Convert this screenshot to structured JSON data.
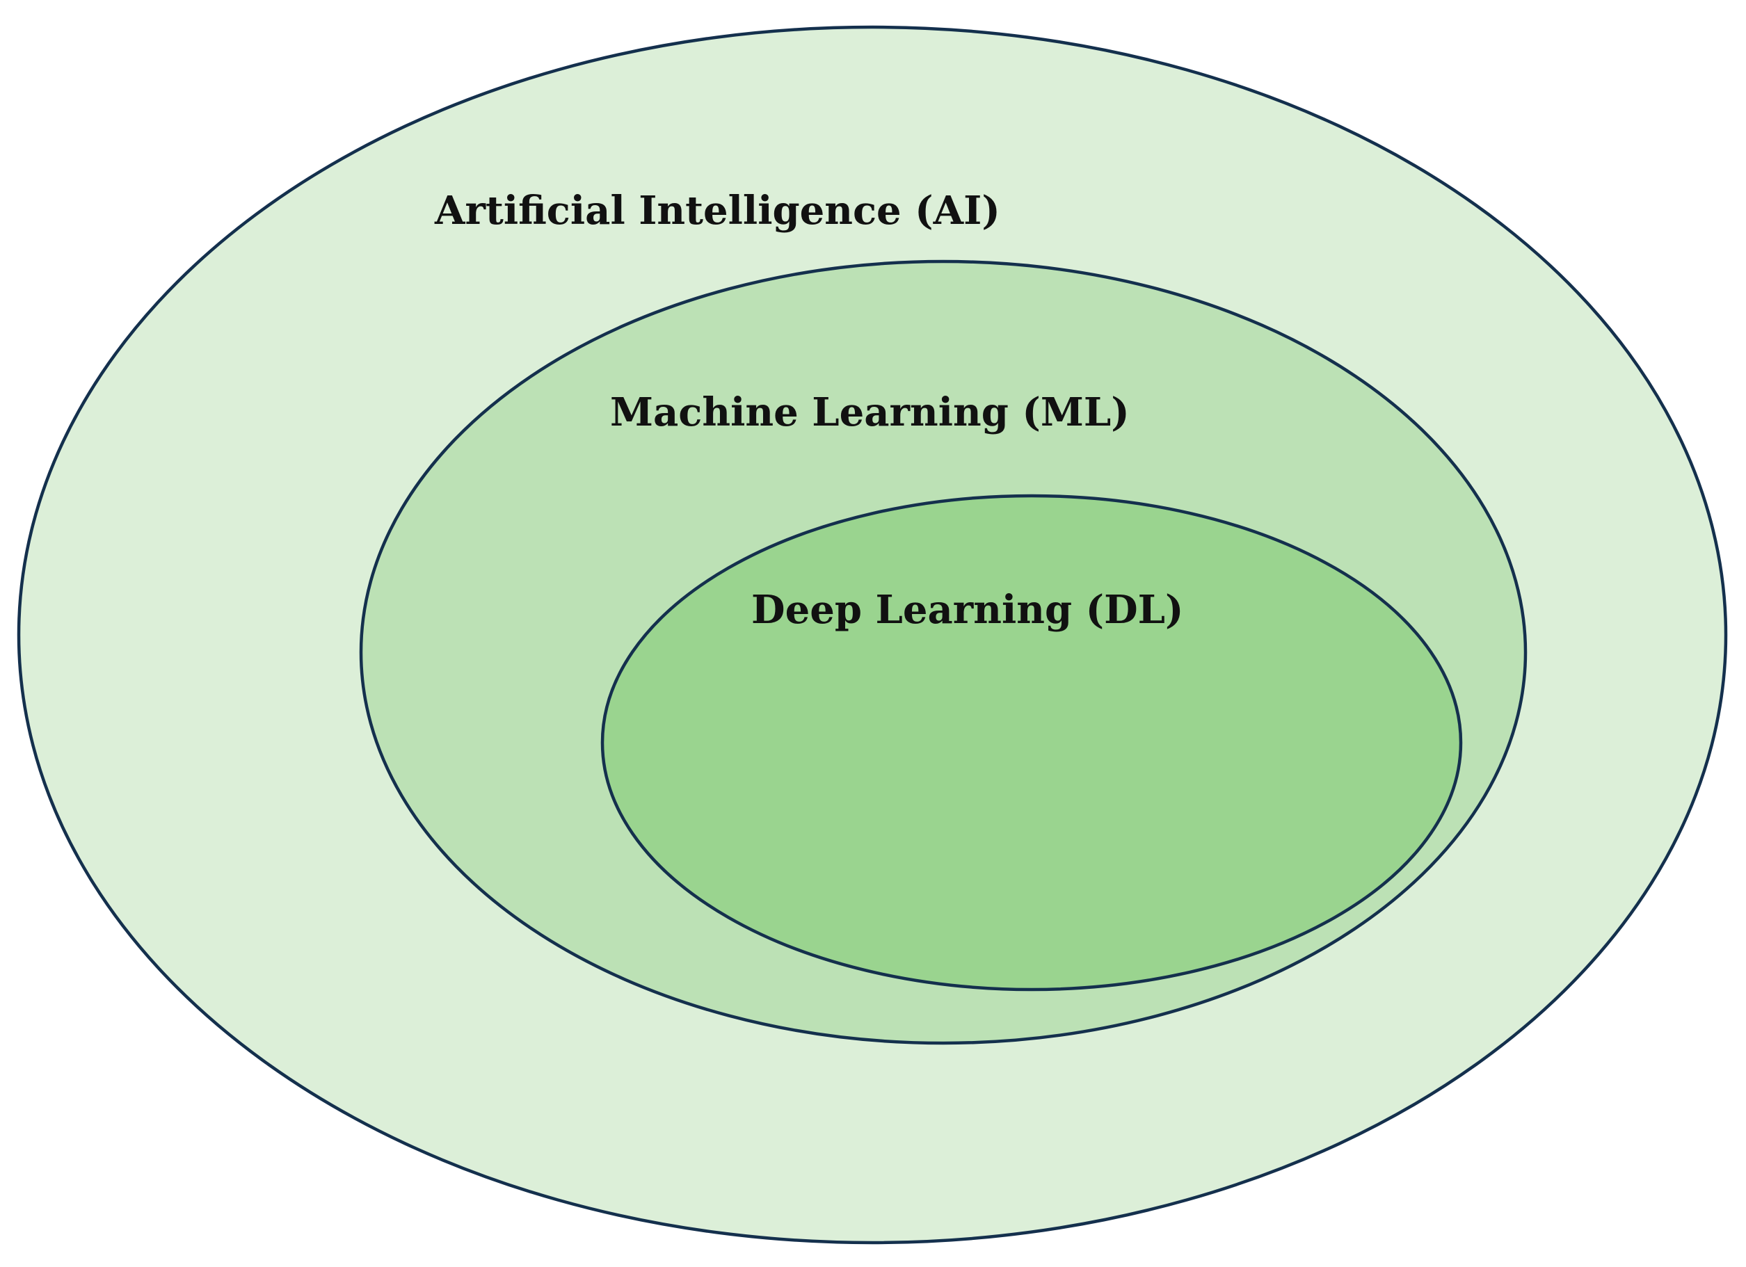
{
  "diagram": {
    "type": "nested-ellipses",
    "layers": {
      "ai": {
        "label": "Artificial Intelligence (AI)",
        "fill": "#dcefd8"
      },
      "ml": {
        "label": "Machine Learning (ML)",
        "fill": "#bce1b5"
      },
      "dl": {
        "label": "Deep Learning (DL)",
        "fill": "#9ad48f"
      }
    },
    "outline_color": "#14304d"
  }
}
